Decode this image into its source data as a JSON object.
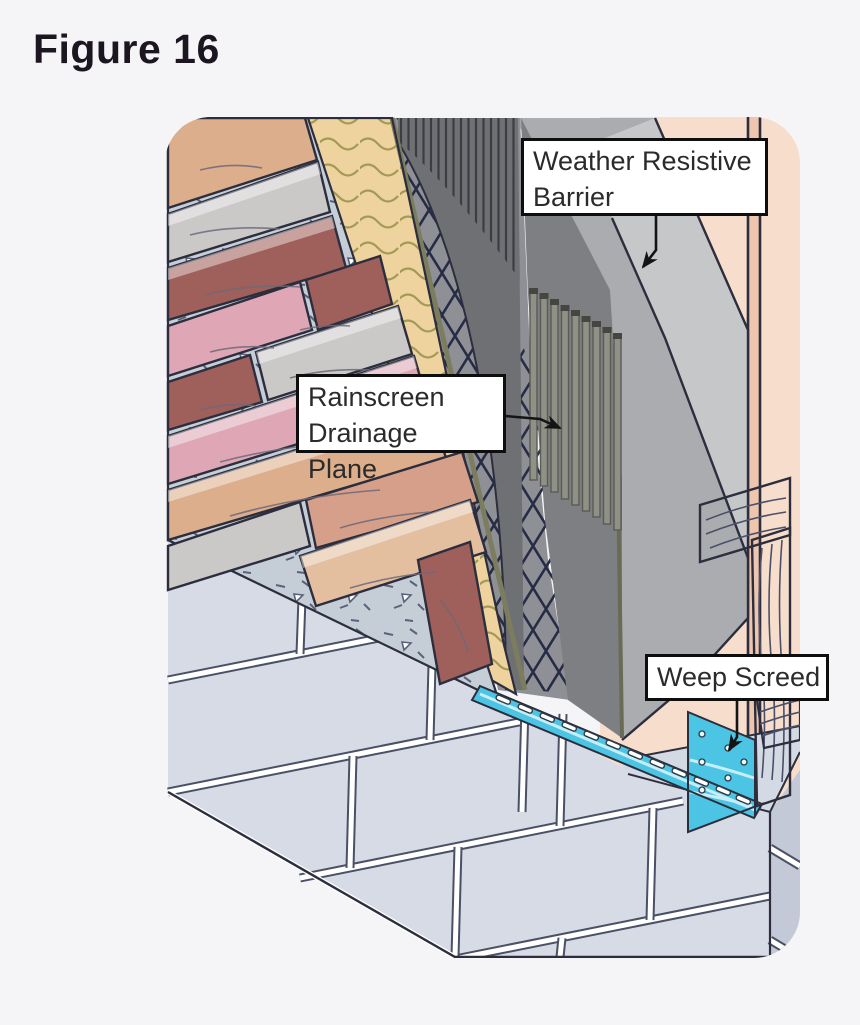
{
  "figure": {
    "title": "Figure 16"
  },
  "callouts": {
    "weather_resistive_barrier": "Weather Resistive Barrier",
    "rainscreen_drainage_plane": "Rainscreen Drainage Plane",
    "weep_screed": "Weep Screed"
  },
  "colors": {
    "page-bg": "#f5f5f7",
    "title-color": "#1c1620",
    "line": "#2c2e3e",
    "sheathing": "#f7ddcb",
    "trim": "#eec5ae",
    "wrb-mid": "#abacaf",
    "wrb-light": "#c6c7c9",
    "lath-gray": "#8f9095",
    "mesh": "#262c45",
    "mat-dark": "#7e7f83",
    "sheet-dark": "#6f7074",
    "sheet-hatch": "#3c3d42",
    "corr": "#8f9187",
    "corr-cap": "#45463f",
    "corr-edge": "#5a5b52",
    "drain-yellow": "#eed39e",
    "wave": "#a39a58",
    "lath-edge": "#7b7d5e",
    "mortar": "#c5ced7",
    "speckle": "#59627a",
    "cmu-face": "#d6dbe5",
    "cmu-side": "#c3c9d6",
    "cmu-cap": "#d4dae4",
    "joint-edge": "#4a5066",
    "weep-cyan": "#4bc5e3",
    "weep-streak": "#c6edf8",
    "stone-tan": "#dcae8b",
    "stone-tan2": "#e4bf9f",
    "stone-gray": "#cbc8c8",
    "stone-maroon": "#9f5f5a",
    "stone-pink": "#dfa7b5",
    "stone-salmon": "#d69f8a",
    "stone-grain": "#6f6878",
    "wood-grain": "#4b5068"
  }
}
